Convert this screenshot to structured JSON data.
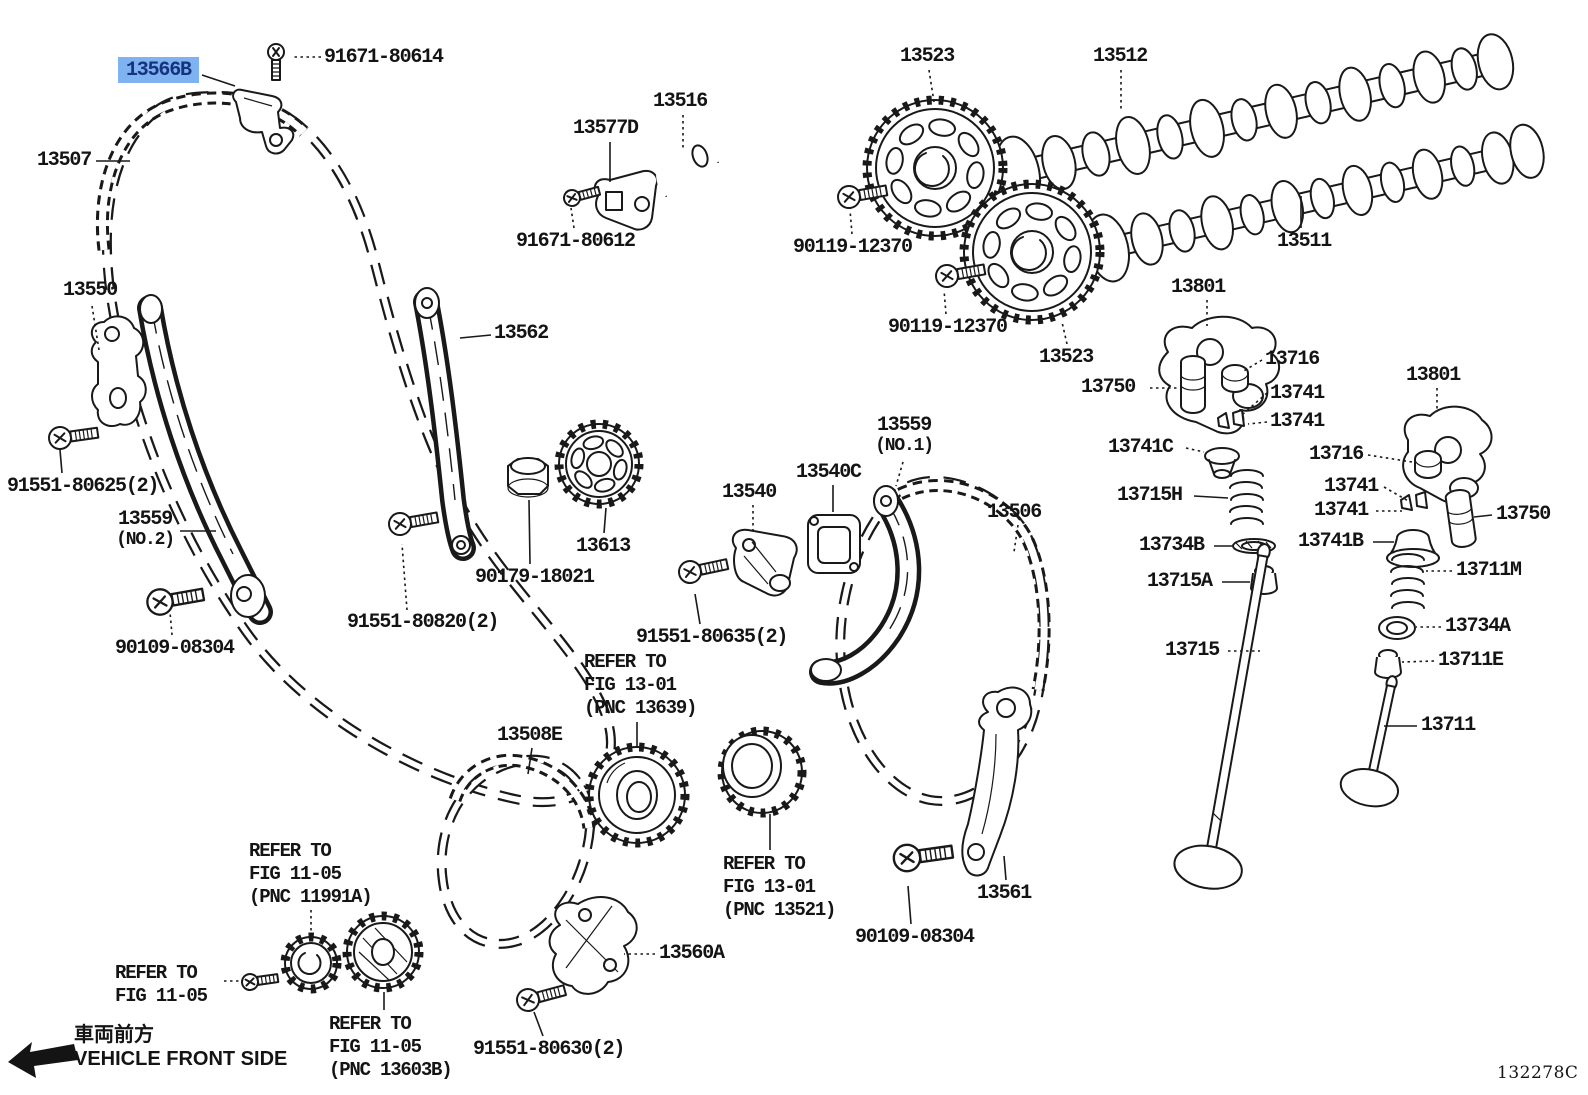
{
  "diagram": {
    "code": "132278C",
    "front_side": {
      "jp": "車両前方",
      "en": "VEHICLE FRONT SIDE"
    },
    "highlight": {
      "bg": "#7fb2f1",
      "fg": "#16337e"
    }
  },
  "callouts": [
    {
      "id": "part-13566b",
      "lines": [
        "13566B"
      ]
    },
    {
      "id": "bolt-91671-80614",
      "lines": [
        "91671-80614"
      ]
    },
    {
      "id": "chain-13507",
      "lines": [
        "13507"
      ]
    },
    {
      "id": "tensioner-13550",
      "lines": [
        "13550"
      ]
    },
    {
      "id": "bolt-91551-80625",
      "lines": [
        "91551-80625(2)"
      ]
    },
    {
      "id": "guide-13559-no2",
      "lines": [
        "13559",
        "(NO.2)"
      ]
    },
    {
      "id": "bolt-90109-08304-left",
      "lines": [
        "90109-08304"
      ]
    },
    {
      "id": "guide-13562",
      "lines": [
        "13562"
      ]
    },
    {
      "id": "bracket-13577d",
      "lines": [
        "13577D"
      ]
    },
    {
      "id": "pipe-13516",
      "lines": [
        "13516"
      ]
    },
    {
      "id": "bolt-91671-80612",
      "lines": [
        "91671-80612"
      ]
    },
    {
      "id": "sprocket-13523-upper",
      "lines": [
        "13523"
      ]
    },
    {
      "id": "camshaft-13512",
      "lines": [
        "13512"
      ]
    },
    {
      "id": "bolt-90119-12370-a",
      "lines": [
        "90119-12370"
      ]
    },
    {
      "id": "bolt-90119-12370-b",
      "lines": [
        "90119-12370"
      ]
    },
    {
      "id": "sprocket-13523-lower",
      "lines": [
        "13523"
      ]
    },
    {
      "id": "camshaft-13511",
      "lines": [
        "13511"
      ]
    },
    {
      "id": "rocker-13801-left",
      "lines": [
        "13801"
      ]
    },
    {
      "id": "adjuster-13750-left",
      "lines": [
        "13750"
      ]
    },
    {
      "id": "cap-13716-left",
      "lines": [
        "13716"
      ]
    },
    {
      "id": "keeper-13741-a",
      "lines": [
        "13741"
      ]
    },
    {
      "id": "keeper-13741-b",
      "lines": [
        "13741"
      ]
    },
    {
      "id": "retainer-13741c",
      "lines": [
        "13741C"
      ]
    },
    {
      "id": "spring-13715h",
      "lines": [
        "13715H"
      ]
    },
    {
      "id": "cap-13716-right",
      "lines": [
        "13716"
      ]
    },
    {
      "id": "keeper-13741-c",
      "lines": [
        "13741"
      ]
    },
    {
      "id": "keeper-13741-d",
      "lines": [
        "13741"
      ]
    },
    {
      "id": "adjuster-13750-right",
      "lines": [
        "13750"
      ]
    },
    {
      "id": "retainer-13741b",
      "lines": [
        "13741B"
      ]
    },
    {
      "id": "seat-13734b",
      "lines": [
        "13734B"
      ]
    },
    {
      "id": "spring-13711m",
      "lines": [
        "13711M"
      ]
    },
    {
      "id": "seal-13715a",
      "lines": [
        "13715A"
      ]
    },
    {
      "id": "seat-13734a",
      "lines": [
        "13734A"
      ]
    },
    {
      "id": "valve-13715",
      "lines": [
        "13715"
      ]
    },
    {
      "id": "seal-13711e",
      "lines": [
        "13711E"
      ]
    },
    {
      "id": "valve-13711",
      "lines": [
        "13711"
      ]
    },
    {
      "id": "rocker-13801-right",
      "lines": [
        "13801"
      ]
    },
    {
      "id": "guide-13559-no1",
      "lines": [
        "13559",
        "(NO.1)"
      ]
    },
    {
      "id": "gasket-13540c",
      "lines": [
        "13540C"
      ]
    },
    {
      "id": "bracket-13540",
      "lines": [
        "13540"
      ]
    },
    {
      "id": "chain-13506",
      "lines": [
        "13506"
      ]
    },
    {
      "id": "bolt-91551-80635",
      "lines": [
        "91551-80635(2)"
      ]
    },
    {
      "id": "refer-fig13-01-pnc13639",
      "lines": [
        "REFER TO",
        "FIG 13-01",
        "(PNC 13639)"
      ]
    },
    {
      "id": "chain-13508e",
      "lines": [
        "13508E"
      ]
    },
    {
      "id": "sprocket-13613",
      "lines": [
        "13613"
      ]
    },
    {
      "id": "washer-90179-18021",
      "lines": [
        "90179-18021"
      ]
    },
    {
      "id": "tensioner-13560a",
      "lines": [
        "13560A"
      ]
    },
    {
      "id": "bolt-91551-80630",
      "lines": [
        "91551-80630(2)"
      ]
    },
    {
      "id": "refer-fig13-01-pnc13521",
      "lines": [
        "REFER TO",
        "FIG 13-01",
        "(PNC 13521)"
      ]
    },
    {
      "id": "bolt-90109-08304-bottom",
      "lines": [
        "90109-08304"
      ]
    },
    {
      "id": "tensioner-13561",
      "lines": [
        "13561"
      ]
    },
    {
      "id": "refer-fig11-05-pnc11991a",
      "lines": [
        "REFER TO",
        "FIG 11-05",
        "(PNC 11991A)"
      ]
    },
    {
      "id": "refer-fig11-05",
      "lines": [
        "REFER TO",
        "FIG 11-05"
      ]
    },
    {
      "id": "refer-fig11-05-pnc13603b",
      "lines": [
        "REFER TO",
        "FIG 11-05",
        "(PNC 13603B)"
      ]
    },
    {
      "id": "bolt-91551-80820",
      "lines": [
        "91551-80820(2)"
      ]
    }
  ]
}
